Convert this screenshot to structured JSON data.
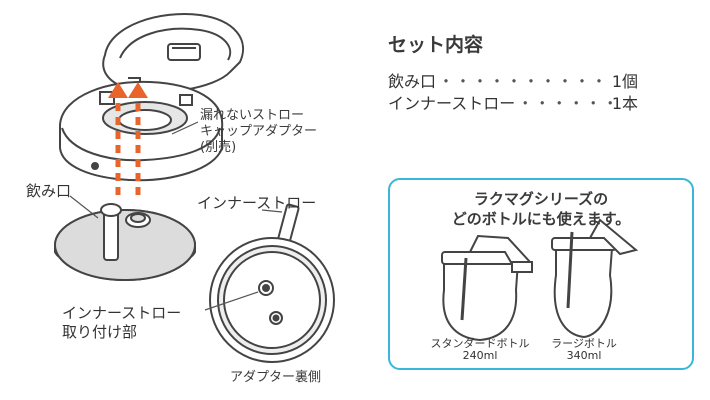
{
  "callouts": {
    "adapter": [
      "漏れないストロー",
      "キャップアダプター",
      "(別売)"
    ],
    "spout": "飲み口",
    "inner_straw": "インナーストロー",
    "attach_point": [
      "インナーストロー",
      "取り付け部"
    ],
    "adapter_back": "アダプター裏側"
  },
  "set_contents": {
    "title": "セット内容",
    "items": [
      {
        "name": "飲み口",
        "qty": "1個"
      },
      {
        "name": "インナーストロー",
        "qty": "1本"
      }
    ]
  },
  "compatibility": {
    "line1": "ラクマグシリーズの",
    "line2": "どのボトルにも使えます。",
    "bottles": [
      {
        "name": "スタンダードボトル",
        "capacity": "240ml"
      },
      {
        "name": "ラージボトル",
        "capacity": "340ml"
      }
    ]
  },
  "colors": {
    "accent": "#e8642a",
    "frame": "#39b6d8",
    "line": "#444444",
    "fill_gray": "#dcdcdc"
  }
}
